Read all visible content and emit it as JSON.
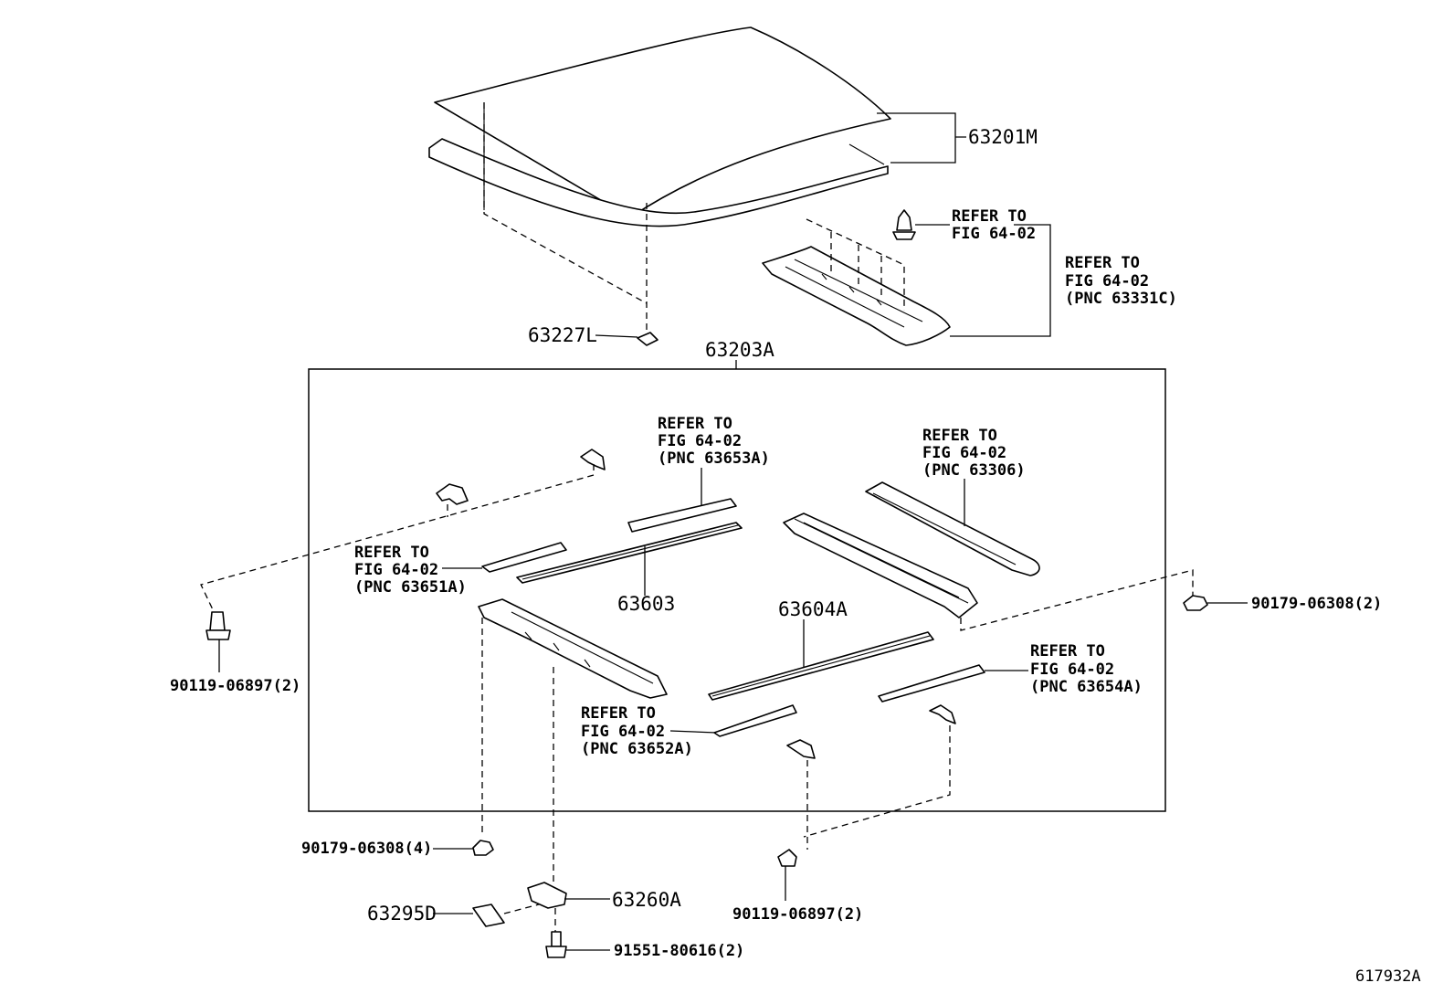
{
  "labels": {
    "p63201M": "63201M",
    "p63227L": "63227L",
    "p63203A": "63203A",
    "p63603": "63603",
    "p63604A": "63604A",
    "p90179_right": "90179-06308(2)",
    "p90119_left": "90119-06897(2)",
    "p90179_bottom": "90179-06308(4)",
    "p63295D": "63295D",
    "p63260A": "63260A",
    "p91551": "91551-80616(2)",
    "p90119_bottom": "90119-06897(2)",
    "figure_id": "617932A"
  },
  "refs": {
    "clip": [
      "REFER TO",
      "FIG 64-02"
    ],
    "rail": [
      "REFER TO",
      "FIG 64-02",
      "(PNC 63331C)"
    ],
    "a63653A": [
      "REFER TO",
      "FIG 64-02",
      "(PNC 63653A)"
    ],
    "a63306": [
      "REFER TO",
      "FIG 64-02",
      "(PNC 63306)"
    ],
    "a63651A": [
      "REFER TO",
      "FIG 64-02",
      "(PNC 63651A)"
    ],
    "a63654A": [
      "REFER TO",
      "FIG 64-02",
      "(PNC 63654A)"
    ],
    "a63652A": [
      "REFER TO",
      "FIG 64-02",
      "(PNC 63652A)"
    ]
  }
}
